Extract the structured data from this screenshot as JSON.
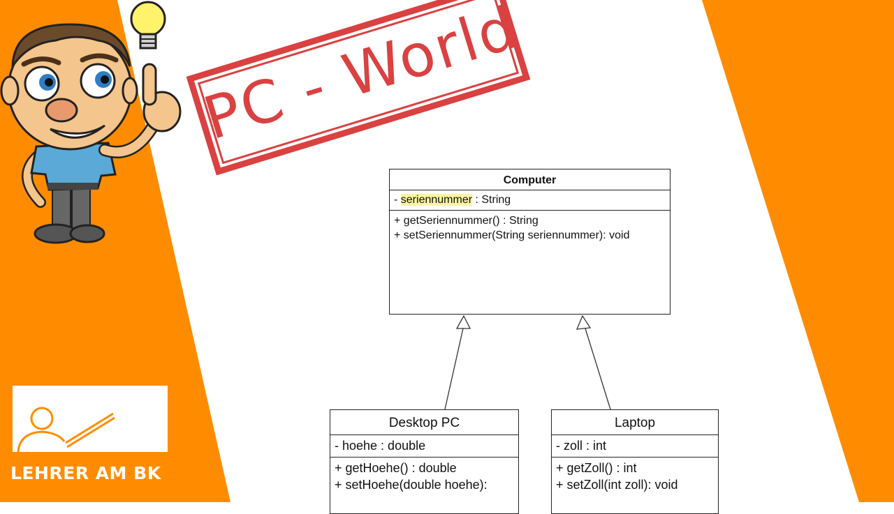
{
  "colors": {
    "orange": "#ff8c00",
    "stamp_red": "#d62d2d",
    "highlight": "#fbf3a6"
  },
  "stamp": {
    "text": "PC - World"
  },
  "logo": {
    "text": "LEHRER AM BK"
  },
  "diagram": {
    "computer": {
      "name": "Computer",
      "attr_prefix": "- ",
      "attr_name": "seriennummer",
      "attr_type": " : String",
      "methods": [
        "+ getSeriennummer() : String",
        "+ setSeriennummer(String seriennummer): void"
      ]
    },
    "desktop": {
      "name": "Desktop PC",
      "attributes": [
        "- hoehe : double"
      ],
      "methods": [
        "+ getHoehe() : double",
        "+ setHoehe(double hoehe):"
      ]
    },
    "laptop": {
      "name": "Laptop",
      "attributes": [
        "- zoll : int"
      ],
      "methods": [
        "+ getZoll() : int",
        "+ setZoll(int zoll): void"
      ]
    }
  }
}
